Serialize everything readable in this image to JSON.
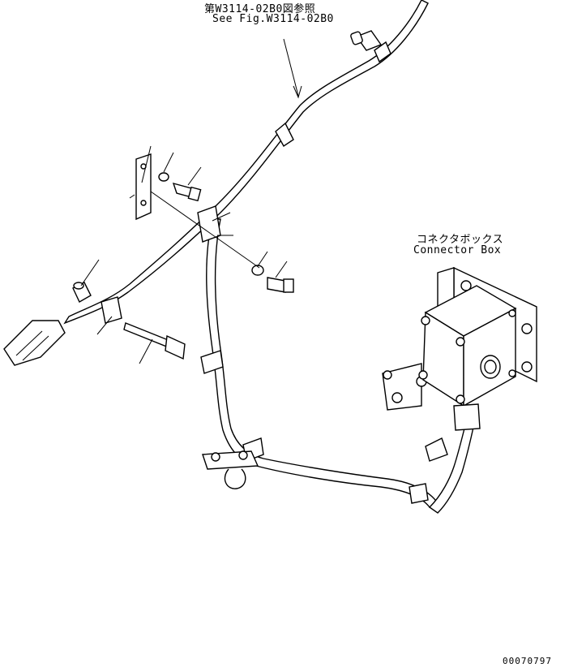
{
  "reference_note": {
    "japanese": "第W3114-02B0図参照",
    "english": "See Fig.W3114-02B0"
  },
  "connector_box_label": {
    "japanese": "コネクタボックス",
    "english": "Connector Box"
  },
  "drawing_number": "00070797"
}
